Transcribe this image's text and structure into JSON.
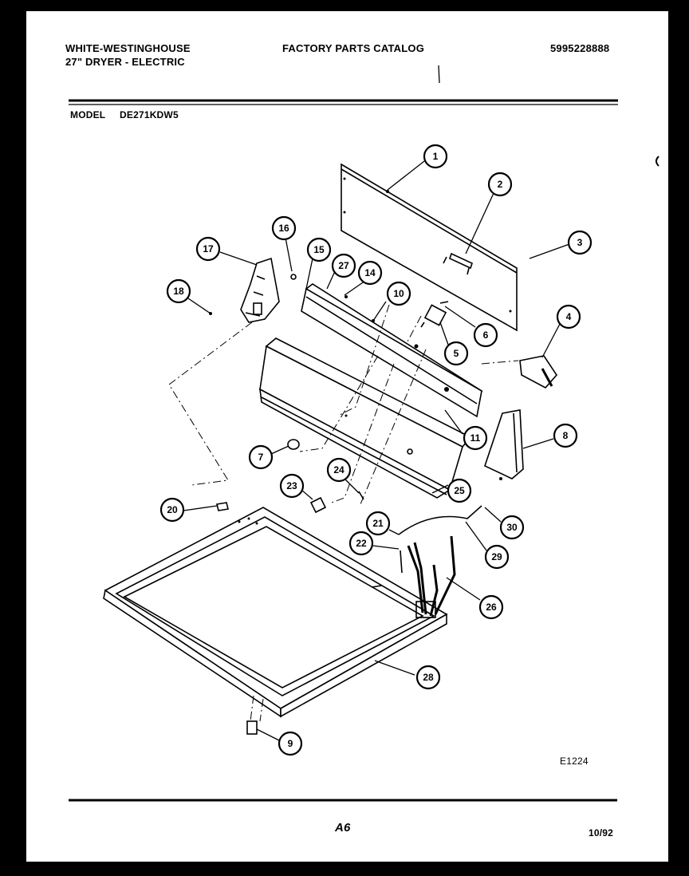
{
  "header": {
    "brand": "WHITE-WESTINGHOUSE",
    "product": "27\" DRYER - ELECTRIC",
    "catalog_title": "FACTORY PARTS CATALOG",
    "catalog_number": "5995228888"
  },
  "model": {
    "label": "MODEL",
    "number": "DE271KDW5"
  },
  "diagram": {
    "figure_code": "E1224",
    "callouts": [
      "1",
      "2",
      "3",
      "4",
      "5",
      "6",
      "7",
      "8",
      "9",
      "10",
      "11",
      "14",
      "15",
      "16",
      "17",
      "18",
      "20",
      "21",
      "22",
      "23",
      "24",
      "25",
      "26",
      "27",
      "28",
      "29",
      "30"
    ]
  },
  "footer": {
    "page": "A6",
    "date": "10/92"
  },
  "colors": {
    "frame": "#000000",
    "paper": "#ffffff",
    "ink": "#000000"
  }
}
